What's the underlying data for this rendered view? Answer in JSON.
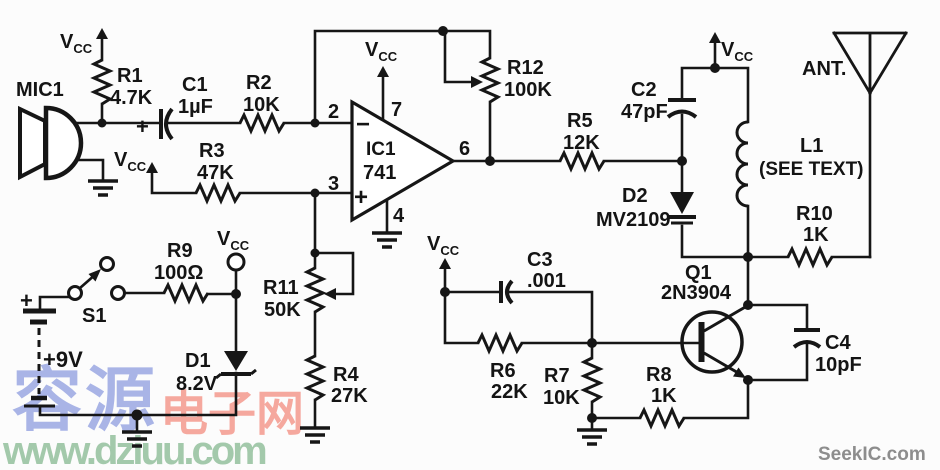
{
  "watermarks": {
    "site_name_blue": "容源",
    "site_name_pink": "电子网",
    "site_url": "www.dziuu.com",
    "seekic": "SeekIC.com"
  },
  "power": {
    "v": "V",
    "sub": "CC"
  },
  "components": {
    "mic1": {
      "ref": "MIC1"
    },
    "r1": {
      "ref": "R1",
      "value": "4.7K"
    },
    "c1": {
      "ref": "C1",
      "value": "1µF",
      "polarity": "+"
    },
    "r2": {
      "ref": "R2",
      "value": "10K"
    },
    "r3": {
      "ref": "R3",
      "value": "47K"
    },
    "ic1": {
      "ref": "IC1",
      "value": "741",
      "pin_inverting": "2",
      "pin_noninverting": "3",
      "pin_vplus": "7",
      "pin_vminus": "4",
      "pin_output": "6",
      "sign_minus": "−",
      "sign_plus": "+"
    },
    "r12": {
      "ref": "R12",
      "value": "100K"
    },
    "r5": {
      "ref": "R5",
      "value": "12K"
    },
    "c2": {
      "ref": "C2",
      "value": "47pF"
    },
    "d2": {
      "ref": "D2",
      "value": "MV2109"
    },
    "l1": {
      "ref": "L1",
      "value": "(SEE TEXT)"
    },
    "ant": {
      "ref": "ANT."
    },
    "r10": {
      "ref": "R10",
      "value": "1K"
    },
    "q1": {
      "ref": "Q1",
      "value": "2N3904"
    },
    "c3": {
      "ref": "C3",
      "value": ".001"
    },
    "c4": {
      "ref": "C4",
      "value": "10pF"
    },
    "r6": {
      "ref": "R6",
      "value": "22K"
    },
    "r7": {
      "ref": "R7",
      "value": "10K"
    },
    "r8": {
      "ref": "R8",
      "value": "1K"
    },
    "r11": {
      "ref": "R11",
      "value": "50K"
    },
    "r4": {
      "ref": "R4",
      "value": "27K"
    },
    "r9": {
      "ref": "R9",
      "value": "100Ω"
    },
    "s1": {
      "ref": "S1"
    },
    "d1": {
      "ref": "D1",
      "value": "8.2V"
    },
    "battery": {
      "polarity": "+",
      "value": "+9V"
    }
  }
}
